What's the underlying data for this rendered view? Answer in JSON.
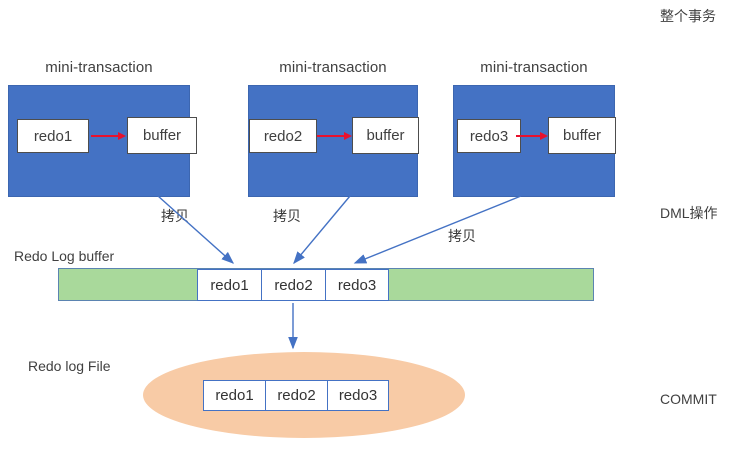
{
  "diagram": {
    "title_right_top": "整个事务",
    "label_dml": "DML操作",
    "label_commit": "COMMIT",
    "redo_log_buffer_label": "Redo Log buffer",
    "redo_log_file_label": "Redo log File",
    "copy_label": "拷贝",
    "colors": {
      "mini_transaction_fill": "#4472C4",
      "redo_buffer_fill": "#A9D99B",
      "redo_file_fill": "#F8CBA6",
      "arrow_blue": "#4472C4",
      "arrow_red": "#E8112D",
      "text": "#404040"
    },
    "mini_transactions": [
      {
        "title": "mini-transaction",
        "redo": "redo1",
        "buffer": "buffer"
      },
      {
        "title": "mini-transaction",
        "redo": "redo2",
        "buffer": "buffer"
      },
      {
        "title": "mini-transaction",
        "redo": "redo3",
        "buffer": "buffer"
      }
    ],
    "copy_labels": [
      "拷贝",
      "拷贝",
      "拷贝"
    ],
    "buffer_cells": [
      "redo1",
      "redo2",
      "redo3"
    ],
    "file_cells": [
      "redo1",
      "redo2",
      "redo3"
    ]
  }
}
